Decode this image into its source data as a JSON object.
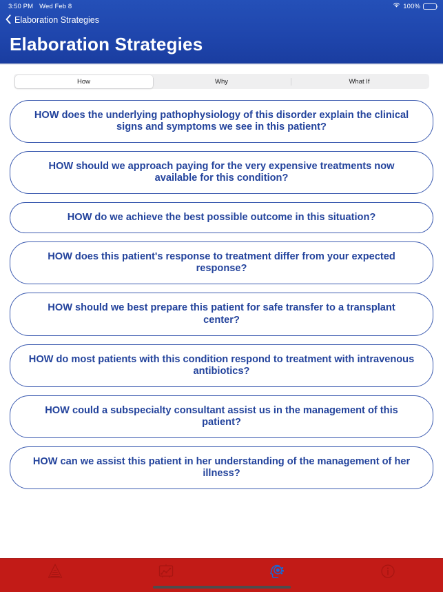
{
  "status_bar": {
    "time": "3:50 PM",
    "date": "Wed Feb 8",
    "wifi_icon": "wifi-icon",
    "battery_percent": "100%",
    "battery_icon": "battery-full-icon"
  },
  "nav": {
    "back_icon": "chevron-left-icon",
    "back_label": "Elaboration Strategies"
  },
  "header": {
    "title": "Elaboration Strategies",
    "background_color": "#1f46ad"
  },
  "segmented_control": {
    "selected": "How",
    "options": [
      {
        "label": "How"
      },
      {
        "label": "Why"
      },
      {
        "label": "What If"
      }
    ]
  },
  "prompt_cards": [
    {
      "text": "HOW does the underlying pathophysiology of this disorder explain the clinical signs and symptoms we see in this patient?"
    },
    {
      "text": "HOW should we approach paying for the very expensive treatments now available for this condition?"
    },
    {
      "text": "HOW do we achieve the best possible outcome in this situation?"
    },
    {
      "text": "HOW does this patient's response to treatment differ from your expected response?"
    },
    {
      "text": "HOW should we best prepare this patient for safe transfer to a transplant center?"
    },
    {
      "text": "HOW do most patients with this condition respond to treatment with intravenous antibiotics?"
    },
    {
      "text": "HOW could a subspecialty consultant assist us in the management of this patient?"
    },
    {
      "text": "HOW can we assist this patient in her understanding of the management of her illness?"
    }
  ],
  "tab_bar": {
    "background_color": "#c21b17",
    "active_color": "#1668d8",
    "inactive_color": "#a81511",
    "tabs": [
      {
        "icon": "pyramid-icon",
        "active": false
      },
      {
        "icon": "whiteboard-chart-icon",
        "active": false
      },
      {
        "icon": "head-gear-icon",
        "active": true
      },
      {
        "icon": "info-circle-icon",
        "active": false
      }
    ]
  },
  "card_style": {
    "text_color": "#23439c",
    "border_color": "#3c5bb0"
  }
}
